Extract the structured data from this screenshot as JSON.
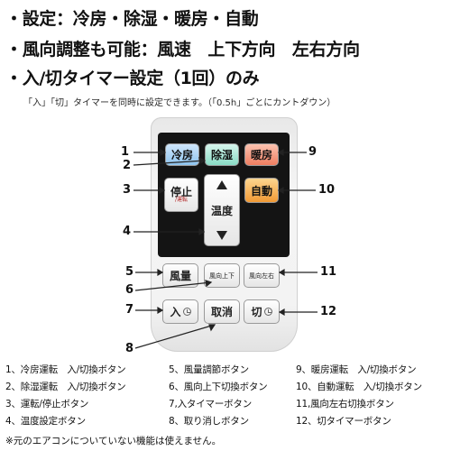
{
  "headings": {
    "modes": "・設定：冷房・除湿・暖房・自動",
    "airflow": "・風向調整も可能：風速　上下方向　左右方向",
    "timer": "・入/切タイマー設定（1回）のみ"
  },
  "timer_note": "「入」「切」タイマーを同時に設定できます。（「0.5h」ごとにカントダウン）",
  "remote": {
    "cool": "冷房",
    "dehumidify": "除湿",
    "heat": "暖房",
    "stop_small": "運転",
    "stop_main": "停止",
    "stop_sub": "/運転",
    "auto": "自動",
    "temp": "温度",
    "fan": "風量",
    "vertical": "風向上下",
    "horizontal": "風向左右",
    "timer_on": "入",
    "cancel": "取消",
    "timer_off": "切"
  },
  "callouts": [
    "1",
    "2",
    "3",
    "4",
    "5",
    "6",
    "7",
    "8",
    "9",
    "10",
    "11",
    "12"
  ],
  "legend": {
    "col1": [
      "1、冷房運転　入/切換ボタン",
      "2、除湿運転　入/切換ボタン",
      "3、運転/停止ボタン",
      "4、温度設定ボタン"
    ],
    "col2": [
      "5、風量調節ボタン",
      "6、風向上下切換ボタン",
      "7,入タイマーボタン",
      "8、取り消しボタン"
    ],
    "col3": [
      "9、暖房運転　入/切換ボタン",
      "10、自動運転　入/切換ボタン",
      "11,風向左右切換ボタン",
      "12、切タイマーボタン"
    ]
  },
  "footnote": "※元のエアコンについていない機能は使えません。"
}
